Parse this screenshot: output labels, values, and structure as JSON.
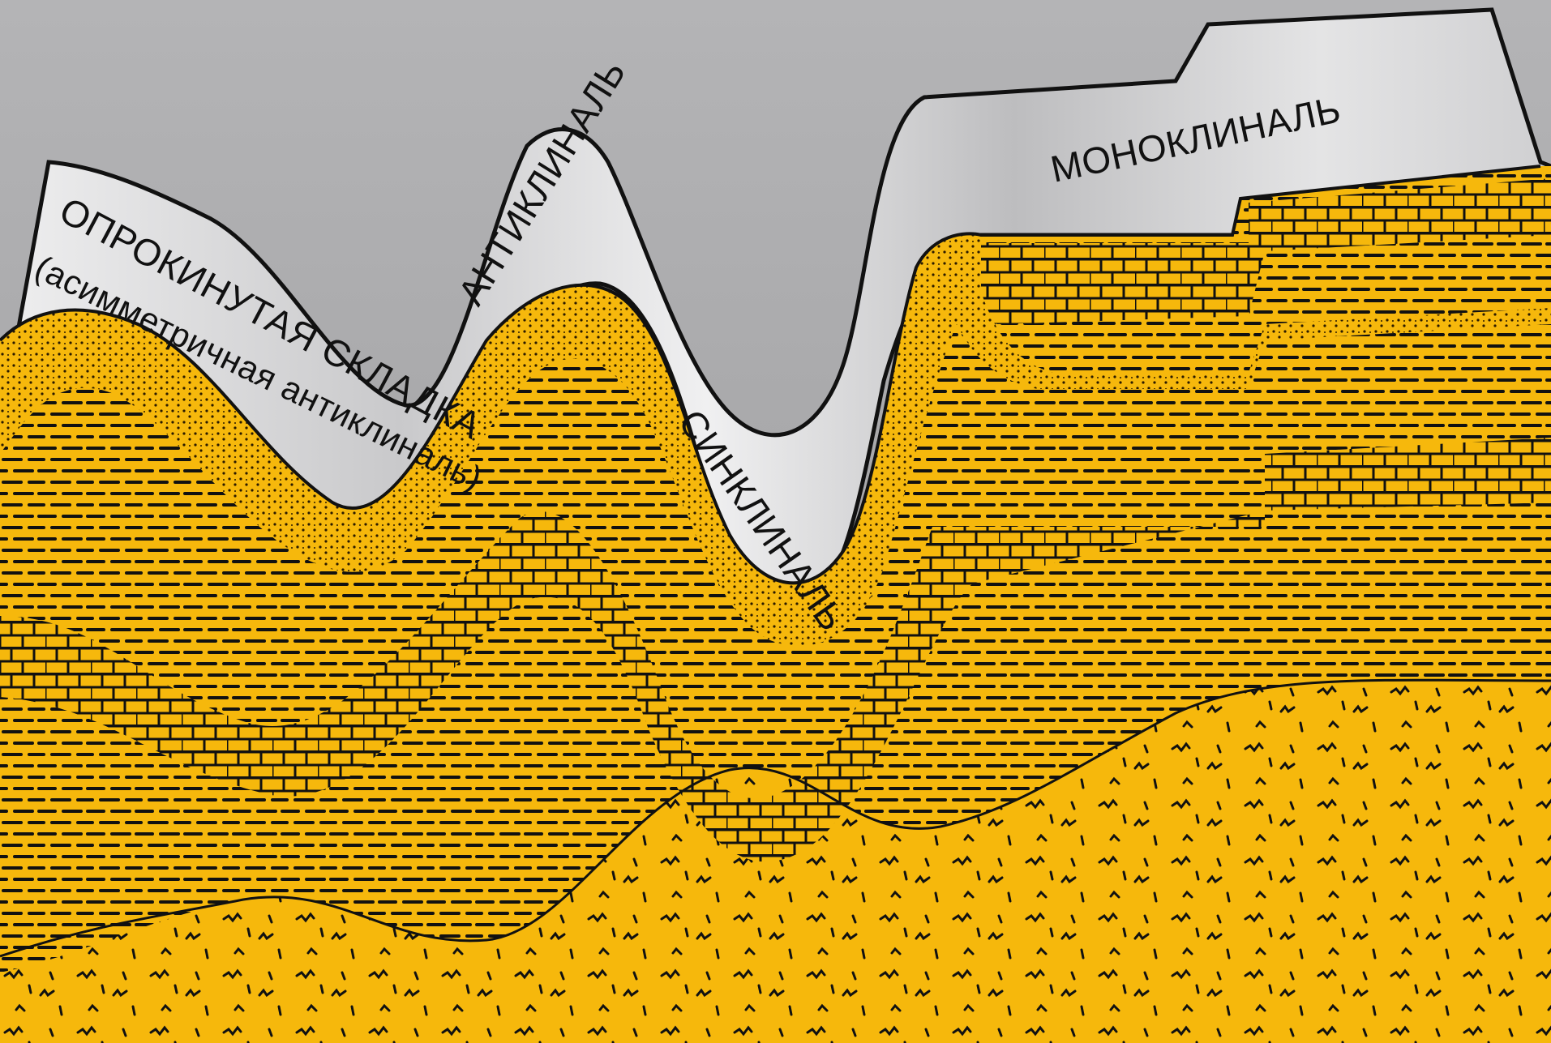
{
  "diagram": {
    "labels": {
      "overturned_fold": "ОПРОКИНУТАЯ СКЛАДКА",
      "asymmetric_anticline": "(асимметричная антиклиналь)",
      "anticline": "АНТИКЛИНАЛЬ",
      "syncline": "СИНКЛИНАЛЬ",
      "monocline": "МОНОКЛИНАЛЬ"
    },
    "colors": {
      "background": "#a3a3a5",
      "ground_surface": "#d6d6d8",
      "rock": "#f6b80c",
      "outline": "#111111"
    },
    "layers": [
      "sandstone",
      "limestone",
      "shale",
      "crystalline-basement"
    ]
  }
}
